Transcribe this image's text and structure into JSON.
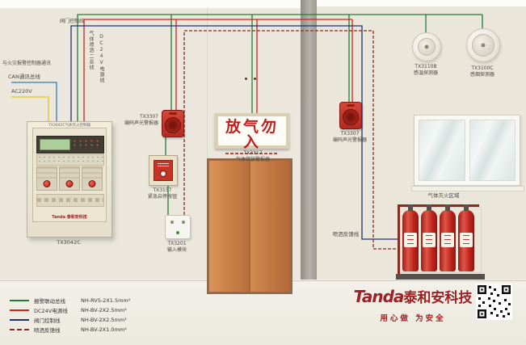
{
  "top_labels": {
    "valve_control": "阀门控制线",
    "gas_spray_bus": "气体喷洒二总线",
    "dc24v": "DC24V电源线",
    "comm": "与火灾报警控制器通讯",
    "can_bus": "CAN通讯总线",
    "ac220v": "AC220V"
  },
  "panel": {
    "title": "TX3042C气体灭火控制器",
    "brand": "Tanda 泰和安科技",
    "model": "TX3042C"
  },
  "devices": {
    "sounder_left": {
      "model": "TX3307",
      "name": "编码声光警报器"
    },
    "gas_sign": {
      "model": "TX3317",
      "name": "气体释放警报器",
      "text": "放气勿入"
    },
    "emergency_button": {
      "model": "TX3157",
      "name": "紧急启停按钮"
    },
    "input_module": {
      "model": "TX3201",
      "name": "输入模块"
    },
    "sounder_right": {
      "model": "TX3307",
      "name": "编码声光警报器"
    },
    "heat_detector": {
      "model": "TX3110B",
      "name": "感温探测器"
    },
    "smoke_detector": {
      "model": "TX3100C",
      "name": "感烟探测器"
    }
  },
  "zone": {
    "area_label": "气体灭火区域",
    "feedback_label": "喷洒反馈线"
  },
  "legend": {
    "items": [
      {
        "label": "报警联动总线",
        "spec": "NH-RVS-2X1.5mm²",
        "color": "#1e7e34",
        "style": "solid"
      },
      {
        "label": "DC24V电源线",
        "spec": "NH-BV-2X2.5mm²",
        "color": "#d2231a",
        "style": "solid"
      },
      {
        "label": "阀门控制线",
        "spec": "NH-BV-2X2.5mm²",
        "color": "#23306b",
        "style": "solid"
      },
      {
        "label": "喷洒反馈线",
        "spec": "NH-BV-2X1.0mm²",
        "color": "#8e2b22",
        "style": "dashed"
      }
    ]
  },
  "brand": {
    "logo_en": "Tanda",
    "logo_cn": "泰和安科技",
    "slogan": "用心做 为安全"
  },
  "colors": {
    "alarm_bus": "#1e7e34",
    "dc24v": "#d2231a",
    "valve_control": "#23306b",
    "spray_feedback": "#8e2b22",
    "can_bus": "#2e7cc3",
    "ac220v": "#e3c428",
    "brand_red": "#9e2123"
  }
}
